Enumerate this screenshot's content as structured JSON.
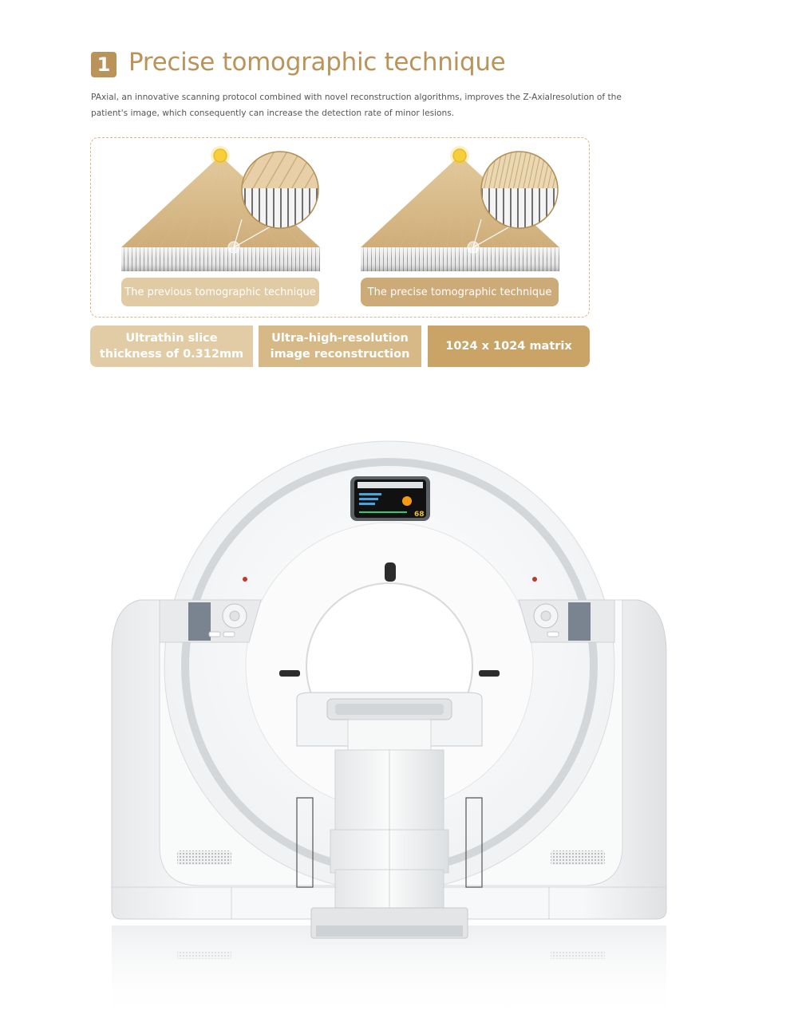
{
  "section": {
    "number": "1",
    "title": "Precise tomographic technique",
    "description": "PAxial, an innovative scanning protocol combined with novel reconstruction algorithms, improves the Z-Axialresolution of the patient's image, which consequently can increase the detection rate of minor lesions."
  },
  "diagram": {
    "previous_label": "The previous tomographic technique",
    "precise_label": "The precise tomographic technique"
  },
  "features": {
    "slice_line1": "Ultrathin slice",
    "slice_line2": "thickness of 0.312mm",
    "recon_line1": "Ultra-high-resolution",
    "recon_line2": "image reconstruction",
    "matrix": "1024 x 1024 matrix"
  },
  "scanner_display": {
    "value": "68"
  },
  "colors": {
    "accent": "#b9935a",
    "light_tan": "#e2cca6",
    "mid_tan": "#d6b987",
    "dark_tan": "#c9a466"
  }
}
